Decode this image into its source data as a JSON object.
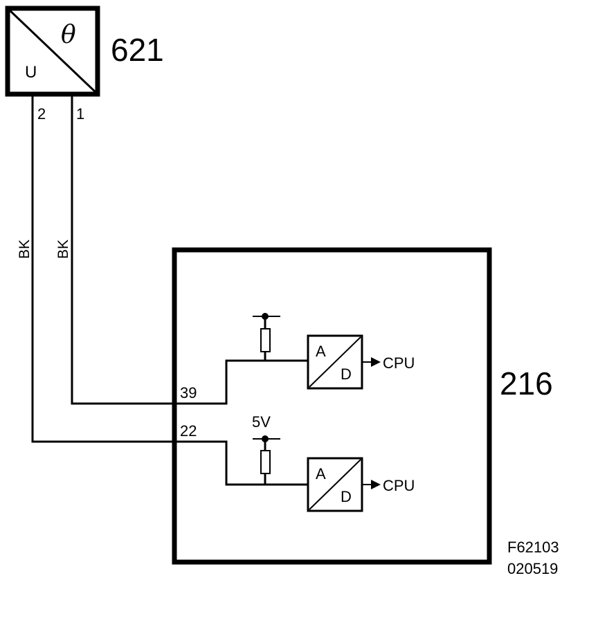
{
  "sensor": {
    "id": "621",
    "symbol_top": "θ",
    "symbol_bottom": "U",
    "pins": {
      "p2": "2",
      "p1": "1"
    }
  },
  "wires": {
    "left_color": "BK",
    "right_color": "BK"
  },
  "control_unit": {
    "id": "216",
    "pin_upper": "39",
    "pin_lower": "22",
    "supply": "5V",
    "converters": [
      {
        "a": "A",
        "d": "D",
        "out": "CPU"
      },
      {
        "a": "A",
        "d": "D",
        "out": "CPU"
      }
    ]
  },
  "doc_ref": {
    "line1": "F62103",
    "line2": "020519"
  }
}
